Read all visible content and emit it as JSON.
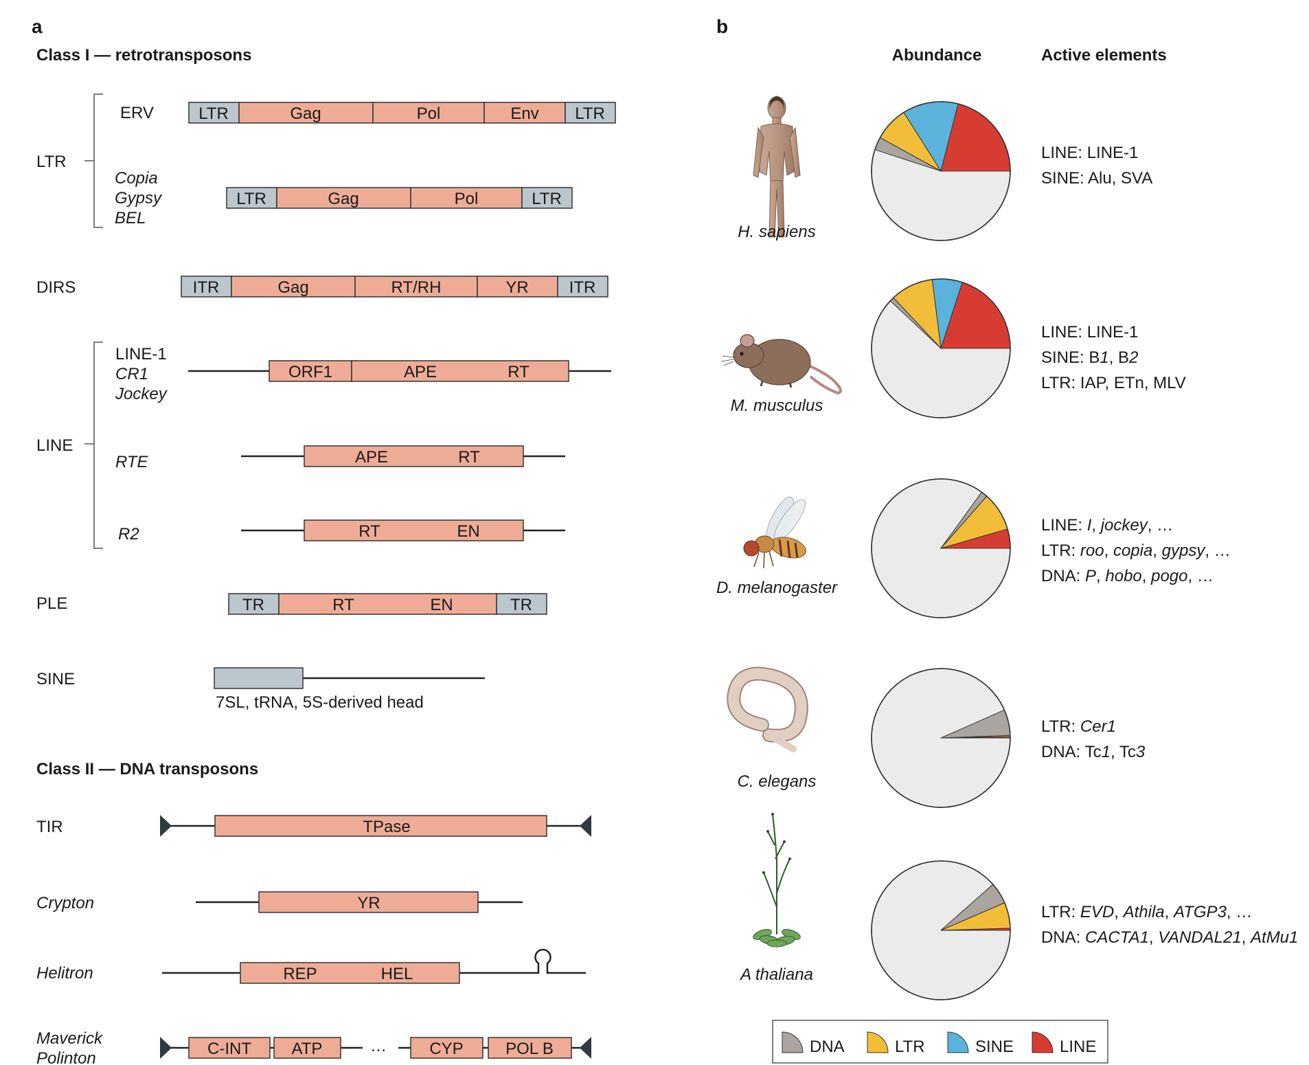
{
  "panel_a": {
    "letter": "a",
    "class1_title": "Class I — retrotransposons",
    "class2_title": "Class II — DNA transposons",
    "groups": {
      "LTR": "LTR",
      "LINE": "LINE"
    },
    "labels": {
      "ERV": "ERV",
      "Copia": "Copia",
      "Gypsy": "Gypsy",
      "BEL": "BEL",
      "DIRS": "DIRS",
      "LINE1": "LINE-1",
      "CR1": "CR1",
      "Jockey": "Jockey",
      "RTE": "RTE",
      "R2": "R2",
      "PLE": "PLE",
      "SINE": "SINE",
      "TIR": "TIR",
      "Crypton": "Crypton",
      "Helitron": "Helitron",
      "Maverick": "Maverick",
      "Polinton": "Polinton"
    },
    "sine_head_label": "7SL, tRNA, 5S-derived head",
    "dots": "…",
    "elements": {
      "erv": [
        "LTR",
        "Gag",
        "Pol",
        "Env",
        "LTR"
      ],
      "copia": [
        "LTR",
        "Gag",
        "Pol",
        "LTR"
      ],
      "dirs": [
        "ITR",
        "Gag",
        "RT/RH",
        "YR",
        "ITR"
      ],
      "line1": [
        "ORF1",
        "APE",
        "RT"
      ],
      "rte": [
        "APE",
        "RT"
      ],
      "r2": [
        "RT",
        "EN"
      ],
      "ple": [
        "TR",
        "RT",
        "EN",
        "TR"
      ],
      "tir": [
        "TPase"
      ],
      "crypton": [
        "YR"
      ],
      "helitron": [
        "REP",
        "HEL"
      ],
      "maverick": [
        "C-INT",
        "ATP",
        "CYP",
        "POL B"
      ]
    }
  },
  "panel_b": {
    "letter": "b",
    "abundance_header": "Abundance",
    "active_header": "Active elements",
    "species": [
      {
        "name": "H. sapiens",
        "active_lines": [
          [
            {
              "t": "LINE: LINE-1",
              "i": false
            }
          ],
          [
            {
              "t": "SINE: Alu, SVA",
              "i": false
            }
          ]
        ]
      },
      {
        "name": "M. musculus",
        "active_lines": [
          [
            {
              "t": "LINE: LINE-1",
              "i": false
            }
          ],
          [
            {
              "t": "SINE: B",
              "i": false
            },
            {
              "t": "1",
              "i": true
            },
            {
              "t": ", B",
              "i": false
            },
            {
              "t": "2",
              "i": true
            }
          ],
          [
            {
              "t": "LTR: IAP, ETn, MLV",
              "i": false
            }
          ]
        ]
      },
      {
        "name": "D. melanogaster",
        "active_lines": [
          [
            {
              "t": "LINE: ",
              "i": false
            },
            {
              "t": "I",
              "i": true
            },
            {
              "t": ", ",
              "i": false
            },
            {
              "t": "jockey",
              "i": true
            },
            {
              "t": ", …",
              "i": false
            }
          ],
          [
            {
              "t": "LTR: ",
              "i": false
            },
            {
              "t": "roo",
              "i": true
            },
            {
              "t": ", ",
              "i": false
            },
            {
              "t": "copia",
              "i": true
            },
            {
              "t": ", ",
              "i": false
            },
            {
              "t": "gypsy",
              "i": true
            },
            {
              "t": ", …",
              "i": false
            }
          ],
          [
            {
              "t": "DNA: ",
              "i": false
            },
            {
              "t": "P",
              "i": true
            },
            {
              "t": ", ",
              "i": false
            },
            {
              "t": "hobo",
              "i": true
            },
            {
              "t": ", ",
              "i": false
            },
            {
              "t": "pogo",
              "i": true
            },
            {
              "t": ", …",
              "i": false
            }
          ]
        ]
      },
      {
        "name": "C. elegans",
        "active_lines": [
          [
            {
              "t": "LTR: ",
              "i": false
            },
            {
              "t": "Cer1",
              "i": true
            }
          ],
          [
            {
              "t": "DNA: Tc",
              "i": false
            },
            {
              "t": "1",
              "i": true
            },
            {
              "t": ", Tc",
              "i": false
            },
            {
              "t": "3",
              "i": true
            }
          ]
        ]
      },
      {
        "name": "A thaliana",
        "active_lines": [
          [
            {
              "t": "LTR: ",
              "i": false
            },
            {
              "t": "EVD",
              "i": true
            },
            {
              "t": ", ",
              "i": false
            },
            {
              "t": "Athila",
              "i": true
            },
            {
              "t": ", ",
              "i": false
            },
            {
              "t": "ATGP3",
              "i": true
            },
            {
              "t": ", …",
              "i": false
            }
          ],
          [
            {
              "t": "DNA: ",
              "i": false
            },
            {
              "t": "CACTA1",
              "i": true
            },
            {
              "t": ", ",
              "i": false
            },
            {
              "t": "VANDAL21",
              "i": true
            },
            {
              "t": ", ",
              "i": false
            },
            {
              "t": "AtMu1",
              "i": true
            }
          ]
        ]
      }
    ],
    "legend": [
      {
        "label": "DNA",
        "color": "#aaa5a1"
      },
      {
        "label": "LTR",
        "color": "#f2be3a"
      },
      {
        "label": "SINE",
        "color": "#5bb3dc"
      },
      {
        "label": "LINE",
        "color": "#d73c33"
      }
    ]
  },
  "chart_data": {
    "type": "pie",
    "unit": "fraction of genome",
    "categories": [
      "DNA",
      "LTR",
      "SINE",
      "LINE"
    ],
    "colors": {
      "DNA": "#aaa5a1",
      "LTR": "#f2be3a",
      "SINE": "#5bb3dc",
      "LINE": "#d73c33",
      "other": "#ebebeb"
    },
    "pies": [
      {
        "species": "H. sapiens",
        "values": {
          "DNA": 0.03,
          "LTR": 0.08,
          "SINE": 0.13,
          "LINE": 0.21
        }
      },
      {
        "species": "M. musculus",
        "values": {
          "DNA": 0.01,
          "LTR": 0.1,
          "SINE": 0.07,
          "LINE": 0.2
        }
      },
      {
        "species": "D. melanogaster",
        "values": {
          "DNA": 0.015,
          "LTR": 0.09,
          "SINE": 0.0,
          "LINE": 0.045
        }
      },
      {
        "species": "C. elegans",
        "values": {
          "DNA": 0.06,
          "LTR": 0.003,
          "SINE": 0.0,
          "LINE": 0.003
        }
      },
      {
        "species": "A thaliana",
        "values": {
          "DNA": 0.05,
          "LTR": 0.06,
          "SINE": 0.0,
          "LINE": 0.005
        }
      }
    ]
  }
}
